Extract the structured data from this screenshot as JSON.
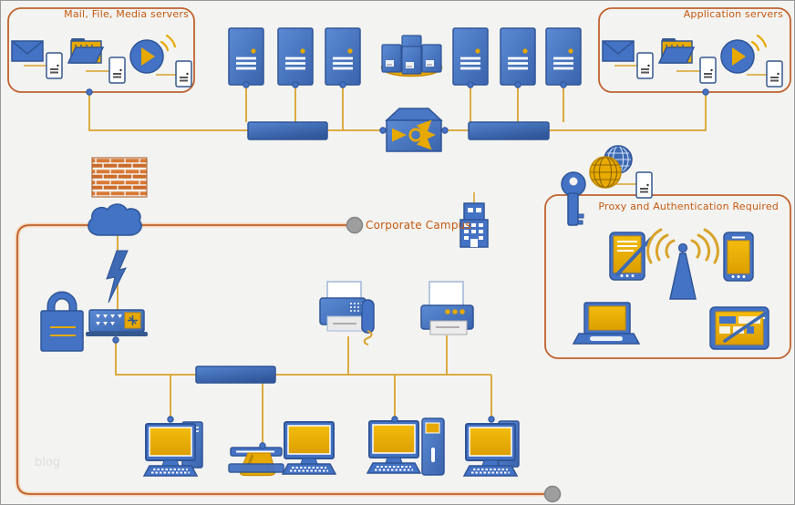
{
  "diagram": {
    "watermark": "blog",
    "background": "#f3f3f1",
    "callouts": {
      "mail_file_media": {
        "label": "Mail, File, Media servers"
      },
      "application": {
        "label": "Application servers"
      },
      "proxy": {
        "label": "Proxy and Authentication Required"
      }
    },
    "campus": {
      "label": "Corporate Campus"
    },
    "colors": {
      "device_blue": "#4472C4",
      "device_blue_dark": "#2F5597",
      "accent_gold": "#E7A800",
      "connector_gold": "#D9A32B",
      "callout_orange": "#C55A11",
      "firewall_brick": "#CB6B29",
      "endpoint_gray": "#9E9E9E"
    },
    "icons": [
      "envelope-icon",
      "folder-icon",
      "media-player-icon",
      "mini-server-icon",
      "tower-server-icon",
      "server-farm-icon",
      "switch-icon",
      "router-icon",
      "firewall-icon",
      "cloud-icon",
      "lightning-icon",
      "padlock-icon",
      "modem-icon",
      "fax-icon",
      "printer-icon",
      "office-building-icon",
      "globe-icon",
      "key-icon",
      "pda-icon",
      "wifi-antenna-icon",
      "smartphone-icon",
      "laptop-icon",
      "tablet-icon",
      "workstation-icon",
      "tower-pc-icon",
      "card-scanner-icon"
    ]
  }
}
